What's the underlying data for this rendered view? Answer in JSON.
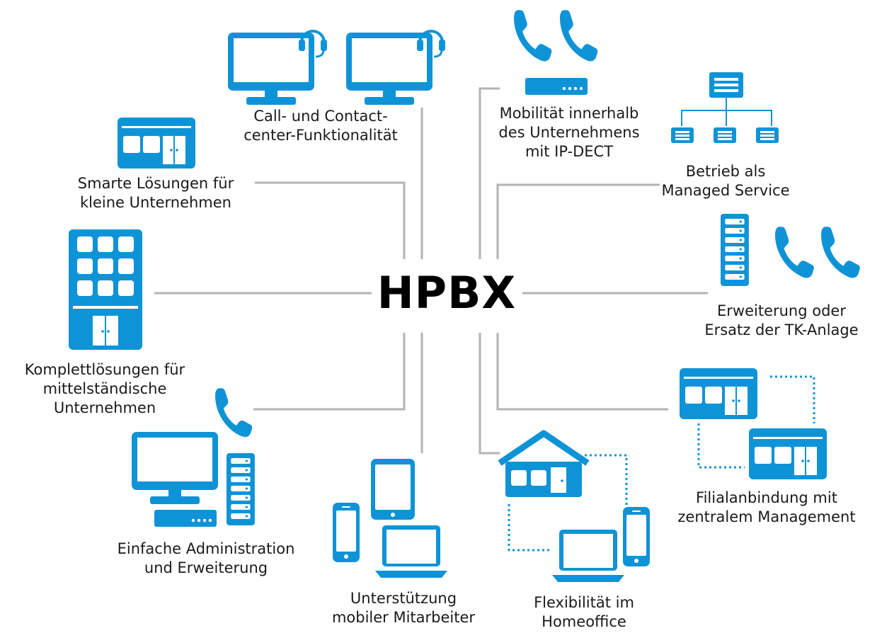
{
  "center": {
    "title": "HPBX"
  },
  "colors": {
    "icon": "#0f93d7",
    "connector": "#b3b3b3",
    "text": "#1a1a1a"
  },
  "nodes": {
    "call_center": {
      "icon": "monitor-headset-icon",
      "line1": "Call- und Contact-",
      "line2": "center-Funktionalität"
    },
    "mobility": {
      "icon": "handset-base-icon",
      "line1": "Mobilität innerhalb",
      "line2": "des Unternehmens",
      "line3": "mit IP-DECT"
    },
    "managed": {
      "icon": "server-hierarchy-icon",
      "line1": "Betrieb als",
      "line2": "Managed Service"
    },
    "small_business": {
      "icon": "small-building-icon",
      "line1": "Smarte Lösungen für",
      "line2": "kleine Unternehmen"
    },
    "medium_business": {
      "icon": "office-tower-icon",
      "line1": "Komplettlösungen für",
      "line2": "mittelständische",
      "line3": "Unternehmen"
    },
    "pbx_replacement": {
      "icon": "server-rack-phone-icon",
      "line1": "Erweiterung oder",
      "line2": "Ersatz der TK-Anlage"
    },
    "administration": {
      "icon": "computer-server-phone-icon",
      "line1": "Einfache Administration",
      "line2": "und Erweiterung"
    },
    "mobile_workers": {
      "icon": "mobile-devices-icon",
      "line1": "Unterstützung",
      "line2": "mobiler Mitarbeiter"
    },
    "home_office": {
      "icon": "home-office-icon",
      "line1": "Flexibilität im",
      "line2": "Homeoffice"
    },
    "branches": {
      "icon": "branch-network-icon",
      "line1": "Filialanbindung mit",
      "line2": "zentralem Management"
    }
  }
}
